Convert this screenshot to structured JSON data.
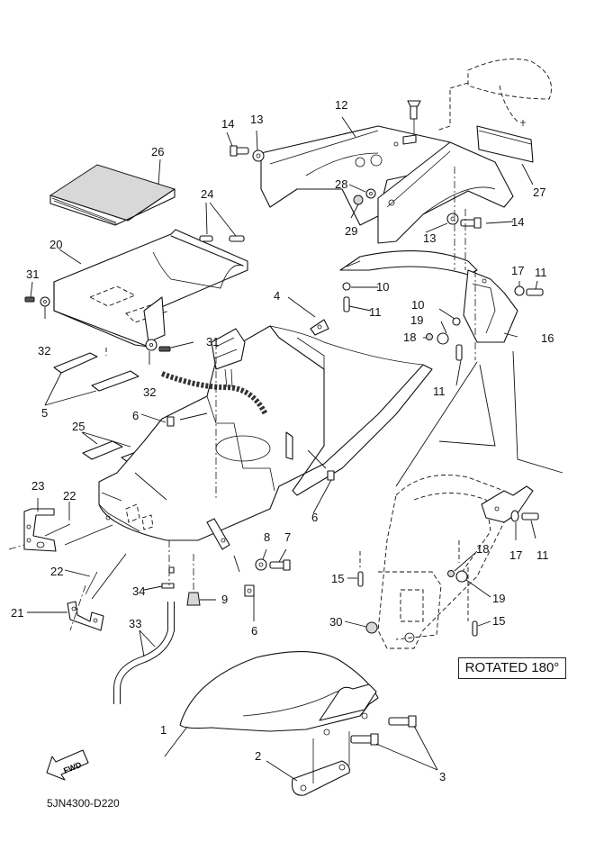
{
  "diagram": {
    "code": "5JN4300-D220",
    "note": "ROTATED 180°",
    "fwd_label": "FWD",
    "callouts": [
      {
        "id": "1",
        "text": "1"
      },
      {
        "id": "2",
        "text": "2"
      },
      {
        "id": "3",
        "text": "3"
      },
      {
        "id": "4",
        "text": "4"
      },
      {
        "id": "5",
        "text": "5"
      },
      {
        "id": "6a",
        "text": "6"
      },
      {
        "id": "6b",
        "text": "6"
      },
      {
        "id": "6c",
        "text": "6"
      },
      {
        "id": "7",
        "text": "7"
      },
      {
        "id": "8",
        "text": "8"
      },
      {
        "id": "9",
        "text": "9"
      },
      {
        "id": "10a",
        "text": "10"
      },
      {
        "id": "10b",
        "text": "10"
      },
      {
        "id": "11a",
        "text": "11"
      },
      {
        "id": "11b",
        "text": "11"
      },
      {
        "id": "11c",
        "text": "11"
      },
      {
        "id": "11d",
        "text": "11"
      },
      {
        "id": "12",
        "text": "12"
      },
      {
        "id": "13a",
        "text": "13"
      },
      {
        "id": "13b",
        "text": "13"
      },
      {
        "id": "14a",
        "text": "14"
      },
      {
        "id": "14b",
        "text": "14"
      },
      {
        "id": "15a",
        "text": "15"
      },
      {
        "id": "15b",
        "text": "15"
      },
      {
        "id": "16",
        "text": "16"
      },
      {
        "id": "17a",
        "text": "17"
      },
      {
        "id": "17b",
        "text": "17"
      },
      {
        "id": "18a",
        "text": "18"
      },
      {
        "id": "18b",
        "text": "18"
      },
      {
        "id": "19a",
        "text": "19"
      },
      {
        "id": "19b",
        "text": "19"
      },
      {
        "id": "20",
        "text": "20"
      },
      {
        "id": "21",
        "text": "21"
      },
      {
        "id": "22a",
        "text": "22"
      },
      {
        "id": "22b",
        "text": "22"
      },
      {
        "id": "23",
        "text": "23"
      },
      {
        "id": "24",
        "text": "24"
      },
      {
        "id": "25",
        "text": "25"
      },
      {
        "id": "26",
        "text": "26"
      },
      {
        "id": "27",
        "text": "27"
      },
      {
        "id": "28",
        "text": "28"
      },
      {
        "id": "29",
        "text": "29"
      },
      {
        "id": "30",
        "text": "30"
      },
      {
        "id": "31a",
        "text": "31"
      },
      {
        "id": "31b",
        "text": "31"
      },
      {
        "id": "32a",
        "text": "32"
      },
      {
        "id": "32b",
        "text": "32"
      },
      {
        "id": "33",
        "text": "33"
      },
      {
        "id": "34",
        "text": "34"
      }
    ]
  }
}
